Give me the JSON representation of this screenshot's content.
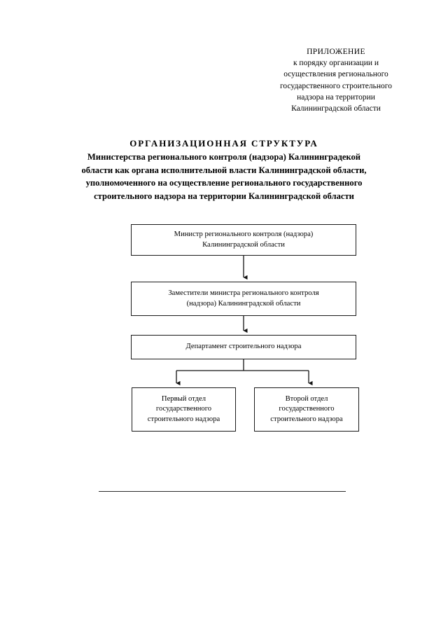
{
  "document": {
    "page_background": "#ffffff",
    "text_color": "#000000",
    "header": {
      "lines": [
        "ПРИЛОЖЕНИЕ",
        "к порядку организации и",
        "осуществления регионального",
        "государственного строительного",
        "надзора на территории",
        "Калининградской области"
      ]
    },
    "title": {
      "main": "ОРГАНИЗАЦИОННАЯ СТРУКТУРА",
      "subtitle_lines": [
        "Министерства регионального контроля (надзора) Калининградекой",
        "области как органа исполнительной власти Калининградской области,",
        "уполномоченного на осуществление регионального государственного",
        "строительного надзора на территории Калининградской области"
      ]
    },
    "org_chart": {
      "type": "diagram",
      "nodes": [
        {
          "id": "minister",
          "level": 1,
          "lines": [
            "Министр регионального контроля (надзора)",
            "Калининградской области"
          ]
        },
        {
          "id": "deputies",
          "level": 2,
          "lines": [
            "Заместители министра регионального контроля",
            "(надзора) Калининградской области"
          ]
        },
        {
          "id": "department",
          "level": 3,
          "lines": [
            "Департамент строительного надзора"
          ]
        },
        {
          "id": "dept-first",
          "level": 4,
          "lines": [
            "Первый отдел",
            "государственного",
            "строительного надзора"
          ]
        },
        {
          "id": "dept-second",
          "level": 4,
          "lines": [
            "Второй отдел",
            "государственного",
            "строительного надзора"
          ]
        }
      ],
      "edges": [
        {
          "from": "minister",
          "to": "deputies",
          "style": "arrow-down"
        },
        {
          "from": "deputies",
          "to": "department",
          "style": "arrow-down"
        },
        {
          "from": "department",
          "to": "dept-first",
          "style": "branch-arrow-down"
        },
        {
          "from": "department",
          "to": "dept-second",
          "style": "branch-arrow-down"
        }
      ],
      "line_color": "#1a1a1a"
    },
    "footer_rule": {
      "color": "#2b2b2b"
    }
  }
}
